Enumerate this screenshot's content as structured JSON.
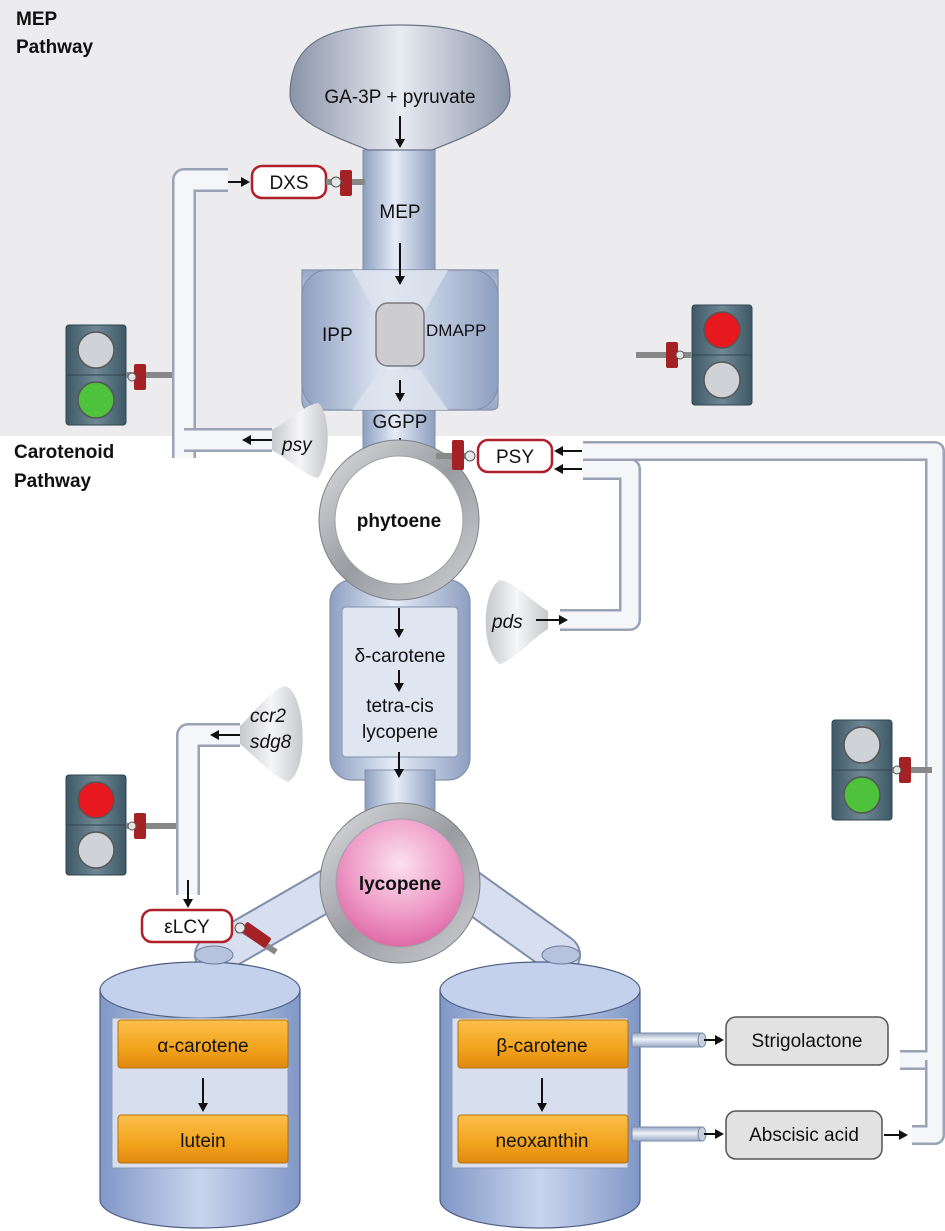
{
  "sections": {
    "mep": [
      "MEP",
      "Pathway"
    ],
    "carotenoid": [
      "Carotenoid",
      "Pathway"
    ]
  },
  "funnel_label": "GA-3P + pyruvate",
  "metabolites": {
    "mep": "MEP",
    "ipp": "IPP",
    "dmapp": "DMAPP",
    "ggpp": "GGPP",
    "phytoene": "phytoene",
    "delta_carotene": "δ-carotene",
    "tetra_cis": [
      "tetra-cis",
      "lycopene"
    ],
    "lycopene": "lycopene",
    "alpha_carotene": "α-carotene",
    "lutein": "lutein",
    "beta_carotene": "β-carotene",
    "neoxanthin": "neoxanthin"
  },
  "enzymes": {
    "dxs": "DXS",
    "psy_enzyme": "PSY",
    "elcy": "εLCY"
  },
  "genes": {
    "psy": "psy",
    "pds": "pds",
    "ccr2": "ccr2",
    "sdg8": "sdg8"
  },
  "products": {
    "strigolactone": "Strigolactone",
    "abscisic_acid": "Abscisic acid"
  },
  "traffic_lights": [
    {
      "id": "mep",
      "state": "green"
    },
    {
      "id": "pds",
      "state": "red"
    },
    {
      "id": "ccr2",
      "state": "red"
    },
    {
      "id": "aba",
      "state": "green"
    }
  ],
  "colors": {
    "background_panel": "#ececee",
    "pipe": "#d3dced",
    "enzyme_border": "#b0202a",
    "valve": "#a42226",
    "light_red": "#e8191e",
    "light_green": "#4dc23a",
    "light_off": "#cfd2d6",
    "lycopene_pink": "#e985b9",
    "storage_box": "#f2a31c",
    "tank": "#a8bbe0",
    "product_box": "#e2e2e2"
  }
}
